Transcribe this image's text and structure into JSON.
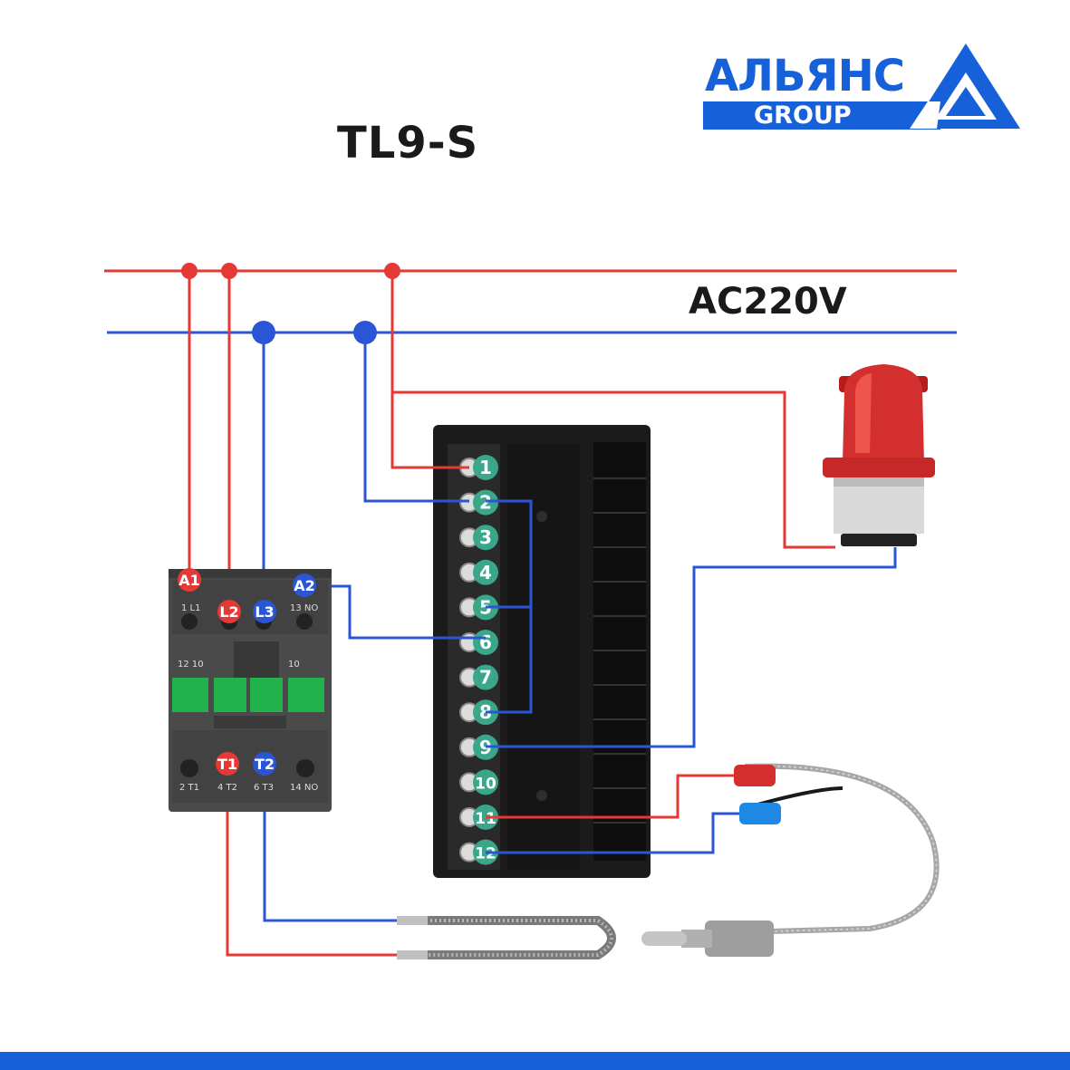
{
  "title": "TL9-S",
  "supply_label": "AC220V",
  "brand": {
    "name": "АЛЬЯНС",
    "sub": "GROUP"
  },
  "colors": {
    "live": "#e53935",
    "neutral": "#2a56d6",
    "brand": "#1660d9",
    "terminal": "#3aa68a",
    "contactor_body": "#4a4a4a",
    "contactor_button": "#22b24c"
  },
  "controller_terminals": [
    "1",
    "2",
    "3",
    "4",
    "5",
    "6",
    "7",
    "8",
    "9",
    "10",
    "11",
    "12"
  ],
  "contactor_labels": {
    "a1": "A1",
    "l2": "L2",
    "l3": "L3",
    "a2": "A2",
    "t1": "T1",
    "t2": "T2",
    "small_top_1": "1 L1",
    "small_top_13": "13 NO",
    "small_mid_1210": "12 10",
    "small_mid_10": "10",
    "small_bot_2": "2 T1",
    "small_bot_4": "4 T2",
    "small_bot_6": "6 T3",
    "small_bot_14": "14 NO"
  }
}
